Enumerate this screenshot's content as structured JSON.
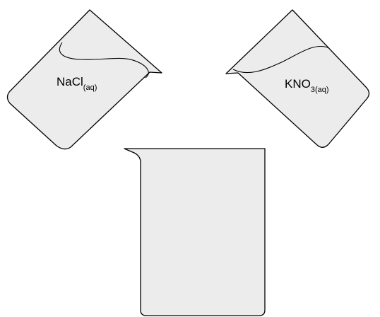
{
  "colors": {
    "beaker_fill": "#ececec",
    "outline": "#000000",
    "background": "#ffffff"
  },
  "beakers": [
    {
      "id": "nacl",
      "label_main": "NaCl",
      "label_sub": "(aq)",
      "tilted": true,
      "contains_liquid": true
    },
    {
      "id": "kno3",
      "label_main": "KNO",
      "label_sub": "3(aq)",
      "tilted": true,
      "contains_liquid": true
    },
    {
      "id": "receiver",
      "label_main": "",
      "label_sub": "",
      "tilted": false,
      "contains_liquid": false
    }
  ]
}
